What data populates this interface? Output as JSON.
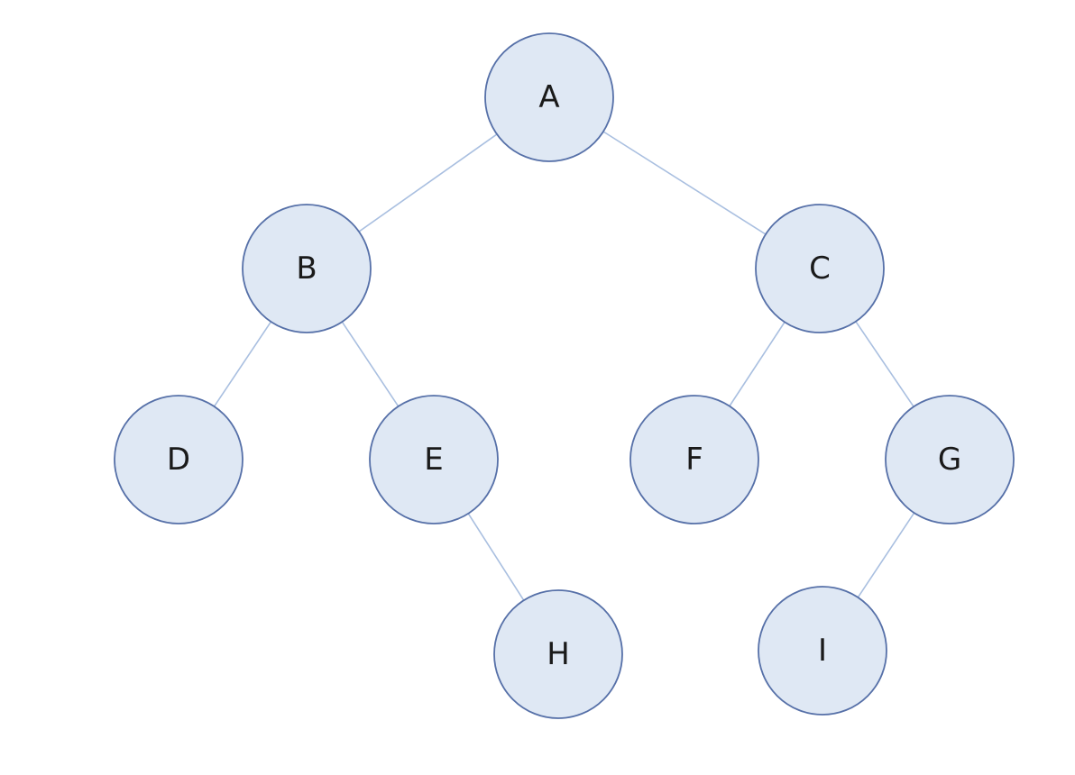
{
  "colors": {
    "node_fill": "#dfe8f4",
    "node_stroke": "#5670a8",
    "edge": "#a9bfe0",
    "background": "#ffffff"
  },
  "tree": {
    "nodes": [
      {
        "id": "A",
        "label": "A"
      },
      {
        "id": "B",
        "label": "B"
      },
      {
        "id": "C",
        "label": "C"
      },
      {
        "id": "D",
        "label": "D"
      },
      {
        "id": "E",
        "label": "E"
      },
      {
        "id": "F",
        "label": "F"
      },
      {
        "id": "G",
        "label": "G"
      },
      {
        "id": "H",
        "label": "H"
      },
      {
        "id": "I",
        "label": "I"
      }
    ],
    "edges": [
      {
        "from": "A",
        "to": "B"
      },
      {
        "from": "A",
        "to": "C"
      },
      {
        "from": "B",
        "to": "D"
      },
      {
        "from": "B",
        "to": "E"
      },
      {
        "from": "C",
        "to": "F"
      },
      {
        "from": "C",
        "to": "G"
      },
      {
        "from": "E",
        "to": "H"
      },
      {
        "from": "G",
        "to": "I"
      }
    ]
  }
}
